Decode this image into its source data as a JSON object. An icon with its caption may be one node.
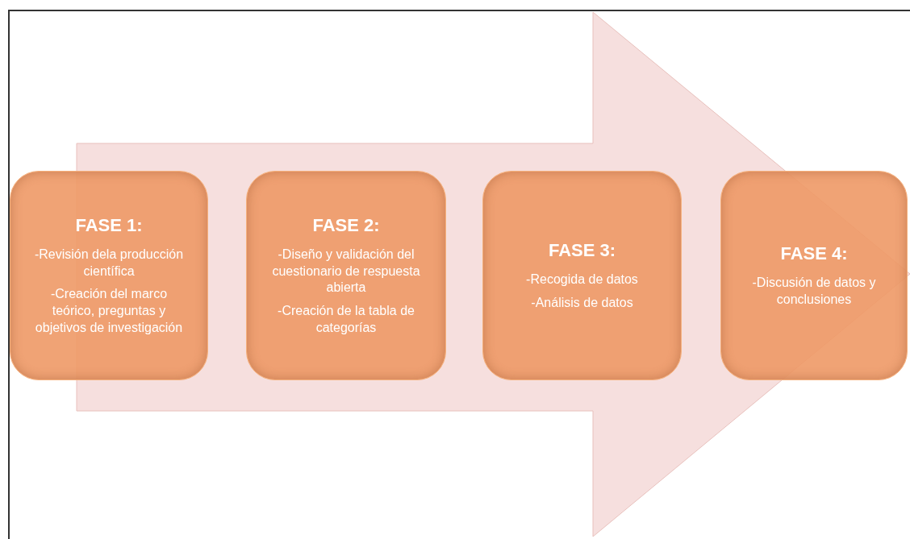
{
  "diagram": {
    "nodes": [
      {
        "text": [
          "FASE 1:",
          "-Revisión dela producción científica",
          "-Creación del marco teórico, preguntas y objetivos de investigación"
        ]
      },
      {
        "text": [
          "FASE 2:",
          "-Diseño y validación del cuestionario de respuesta abierta",
          "-Creación de la tabla de categorías"
        ]
      },
      {
        "text": [
          "FASE 3:",
          "-Recogida de datos",
          "-Análisis de datos"
        ]
      },
      {
        "text": [
          "FASE 4:",
          "-Discusión de datos y conclusiones"
        ]
      }
    ],
    "edges": [
      {
        "from": 0,
        "to": 3,
        "arrow": "to"
      }
    ]
  }
}
